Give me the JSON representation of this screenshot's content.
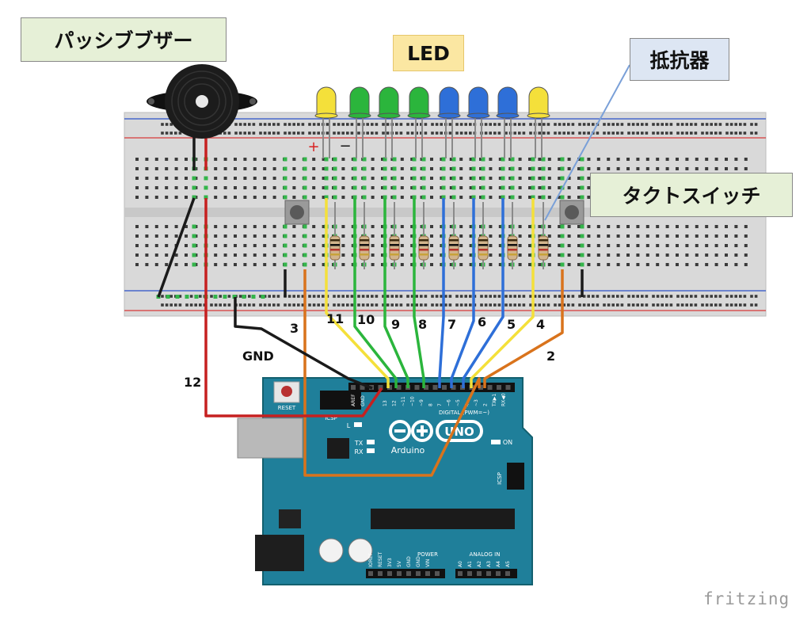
{
  "labels": {
    "buzzer": "パッシブブザー",
    "led": "LED",
    "resistor": "抵抗器",
    "switch": "タクトスイッチ",
    "gnd": "GND"
  },
  "wire_numbers": [
    "12",
    "3",
    "11",
    "10",
    "9",
    "8",
    "7",
    "6",
    "5",
    "4",
    "2"
  ],
  "board": {
    "reset": "RESET",
    "brand_name": "Arduino",
    "model": "UNO",
    "digital": "DIGITAL (PWM=~)",
    "power": "POWER",
    "analog": "ANALOG IN",
    "on": "ON",
    "tx": "TX",
    "rx": "RX",
    "l": "L",
    "icsp": "ICSP",
    "aref": "AREF",
    "gnd_pin": "GND",
    "power_pins": [
      "IOREF",
      "RESET",
      "3V3",
      "5V",
      "GND",
      "GND",
      "VIN"
    ],
    "analog_pins": [
      "A0",
      "A1",
      "A2",
      "A3",
      "A4",
      "A5"
    ],
    "digital_pins": [
      "13",
      "12",
      "~11",
      "~10",
      "~9",
      "8",
      "7",
      "~6",
      "~5",
      "4",
      "~3",
      "2",
      "TX▶1",
      "RX◀0"
    ]
  },
  "polarity": {
    "plus": "+",
    "minus": "−"
  },
  "watermark": "fritzing",
  "colors": {
    "yellow": "#f4e03a",
    "green": "#2bb53c",
    "blue": "#2e6fd8",
    "orange": "#d9731c",
    "red": "#c62020",
    "black": "#1a1a1a",
    "arduino": "#1f7f9a",
    "label_green": "#e6f0d7",
    "label_yellow": "#fbe7a2",
    "label_blue": "#dde6f3"
  }
}
